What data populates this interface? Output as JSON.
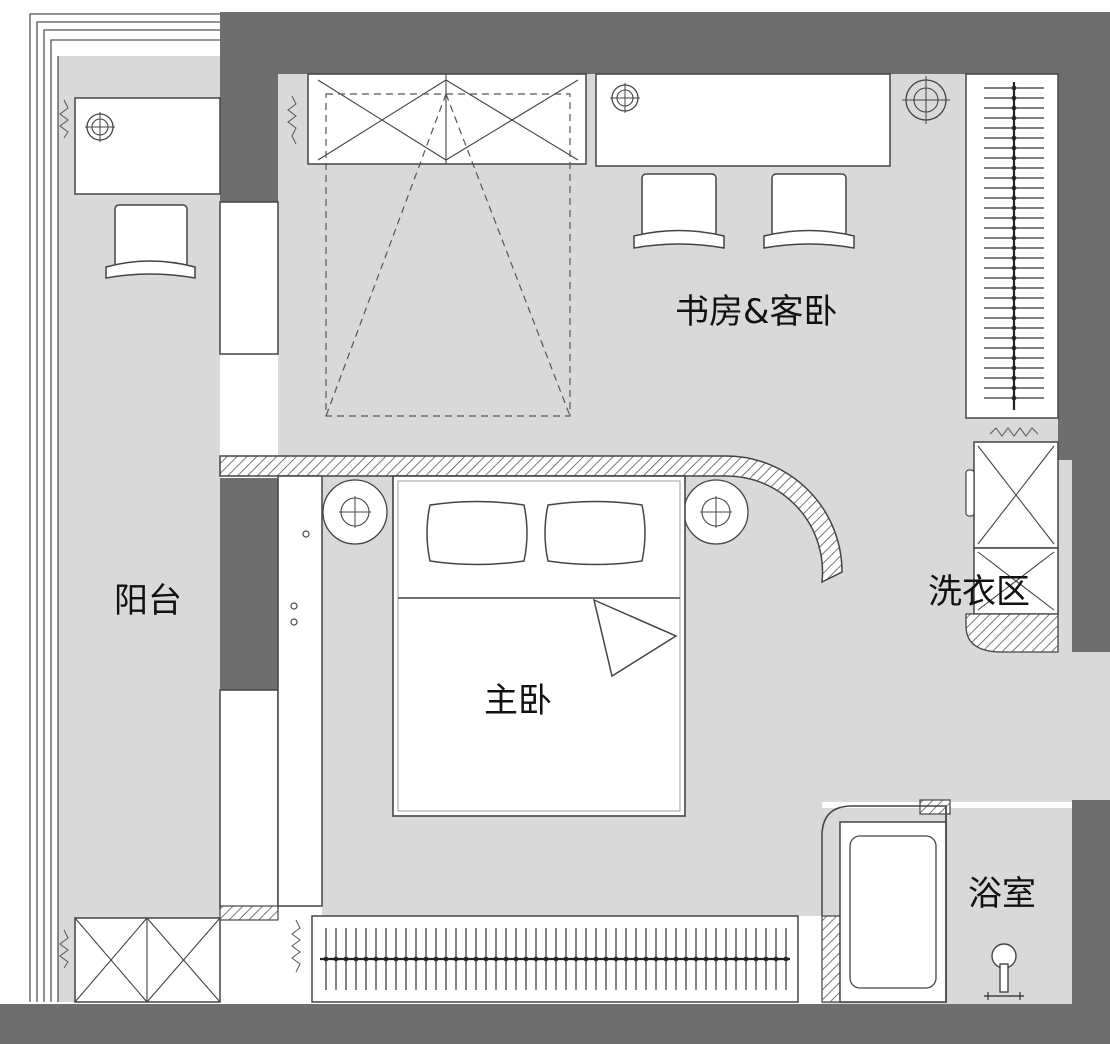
{
  "rooms": {
    "study_guest": "书房&客卧",
    "balcony": "阳台",
    "master_bedroom": "主卧",
    "laundry": "洗衣区",
    "bathroom": "浴室"
  },
  "colors": {
    "wall": "#6e6e6e",
    "floor": "#d9d9d9",
    "furniture": "#ffffff",
    "line": "#3a3a3a",
    "text": "#111111"
  }
}
